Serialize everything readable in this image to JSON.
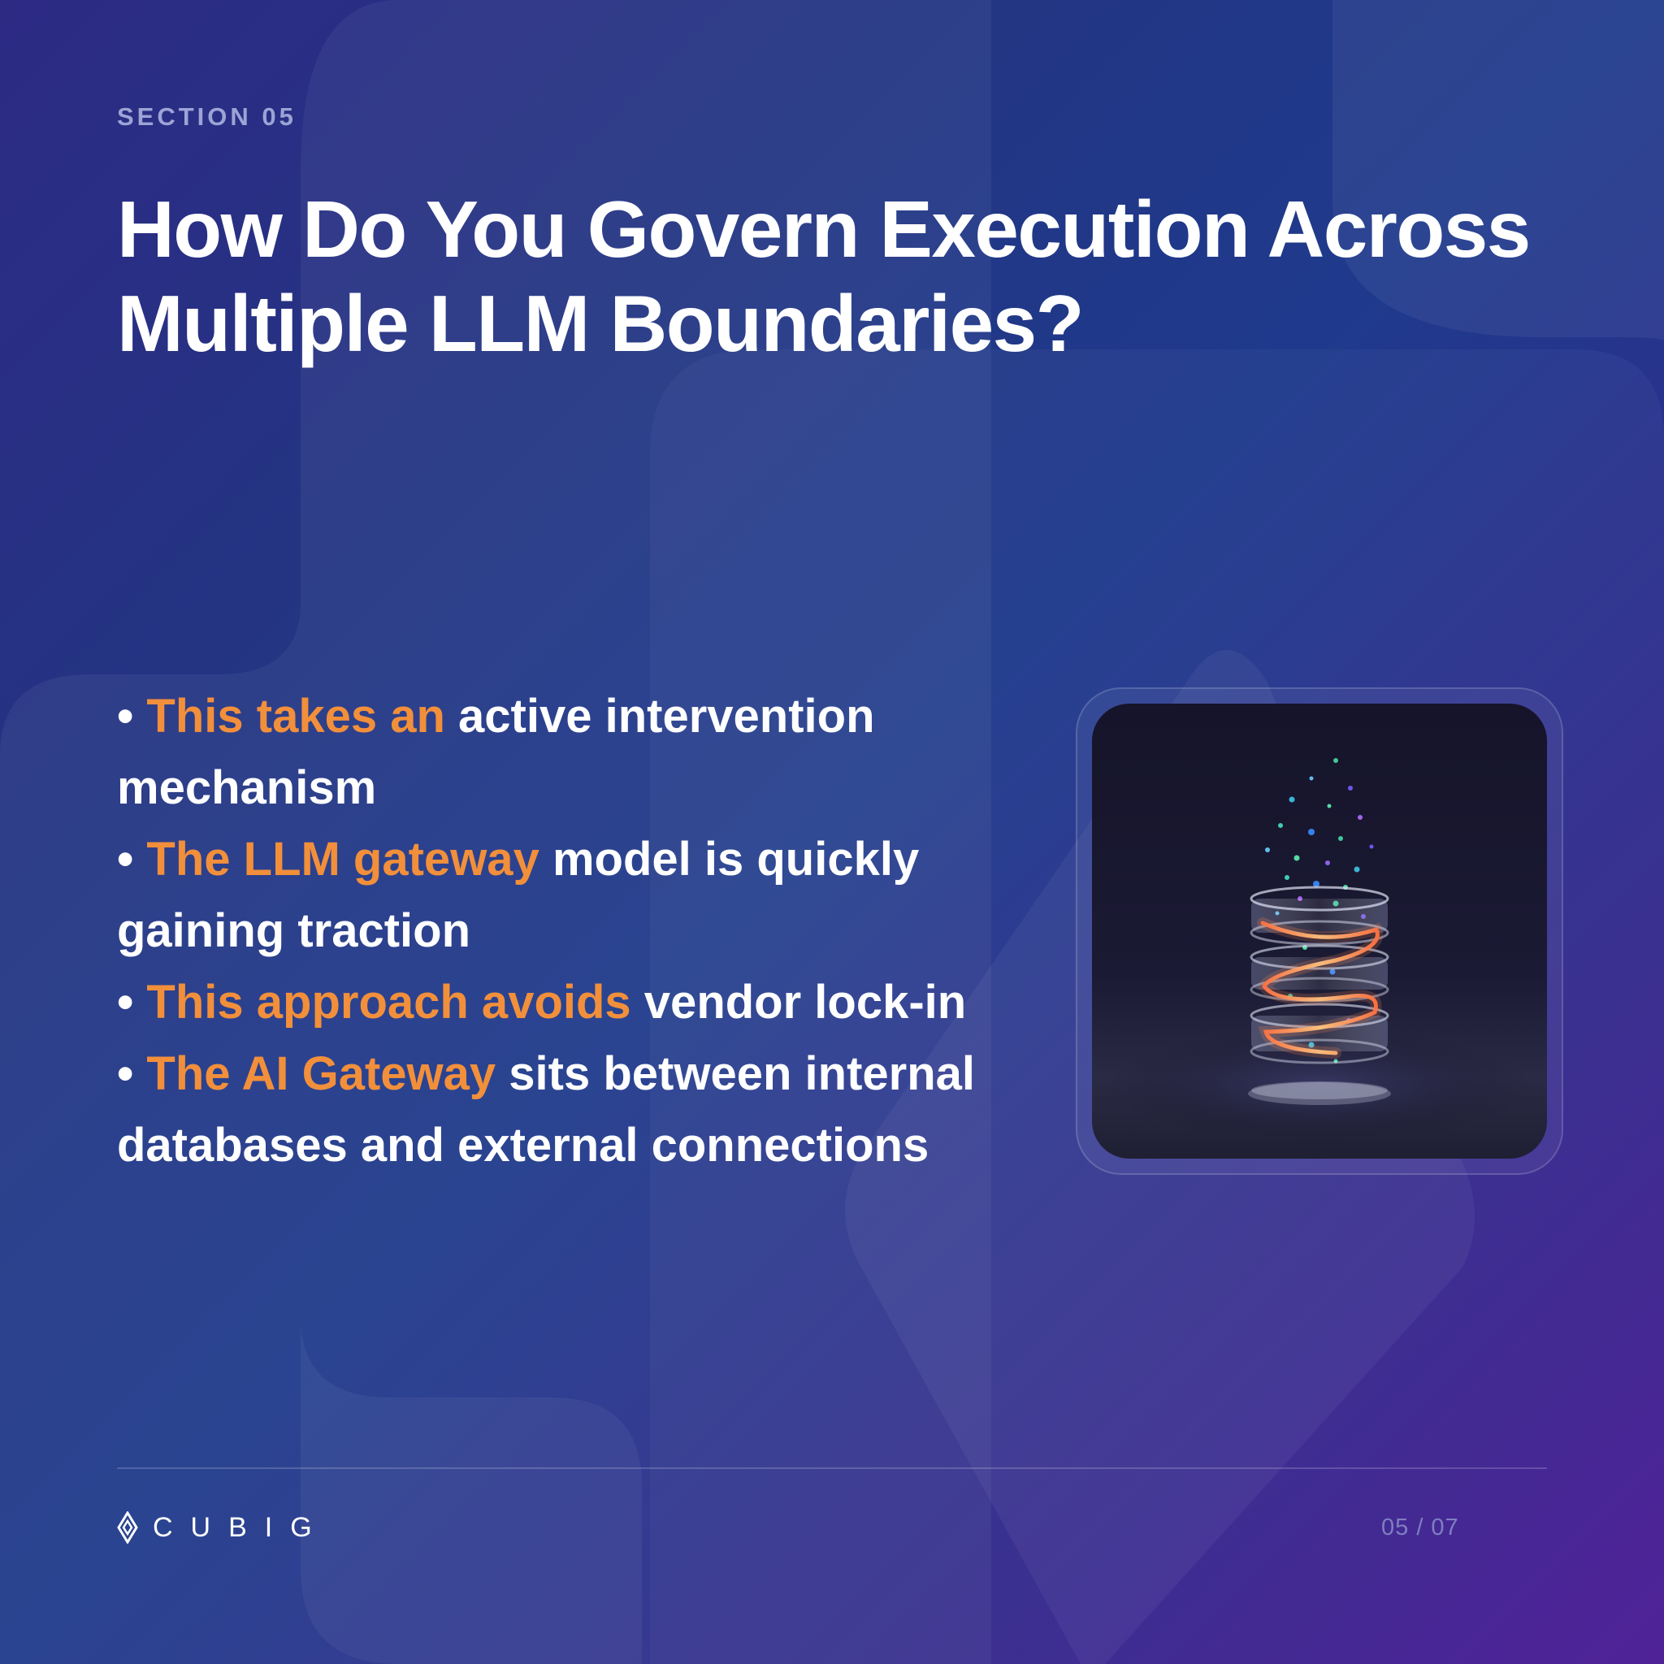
{
  "section_label": "SECTION 05",
  "title": "How Do You Govern Execution Across Multiple LLM Boundaries?",
  "bullets": [
    {
      "marker": "• ",
      "highlight": "This takes an",
      "rest": " active intervention mechanism"
    },
    {
      "marker": "• ",
      "highlight": "The LLM gateway",
      "rest": " model is quickly gaining traction"
    },
    {
      "marker": "• ",
      "highlight": "This approach avoids",
      "rest": " vendor lock-in"
    },
    {
      "marker": "• ",
      "highlight": "The AI Gateway",
      "rest": " sits between internal databases and external connections"
    }
  ],
  "image": {
    "icon": "glass-cylinder-particles-illustration"
  },
  "footer": {
    "logo_icon": "cubig-logo-icon",
    "logo_text": "CUBIG",
    "page_number": "05 / 07"
  },
  "colors": {
    "highlight": "#f28f3b",
    "text": "#ffffff",
    "label": "#9ea3d6",
    "page_number": "#7f7fc0"
  }
}
